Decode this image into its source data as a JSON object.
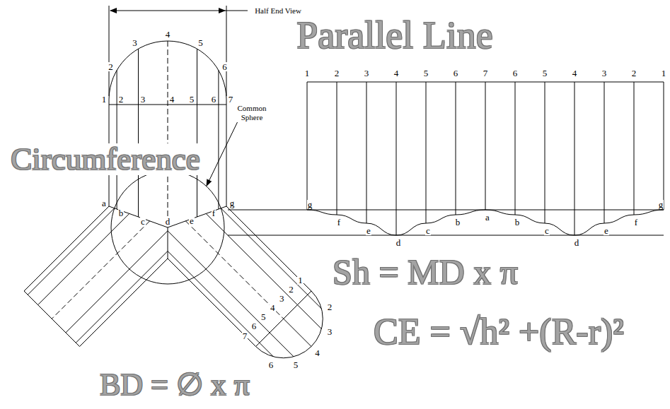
{
  "diagram": {
    "labels": [
      "Half End View",
      "Parallel Line",
      "Circumference",
      "Common Sphere",
      "Sh = MD x π",
      "CE = √h² +(R-r)²",
      "BD = ∅ x π",
      "2",
      "3",
      "4",
      "5",
      "6",
      "1",
      "2",
      "3",
      "4",
      "5",
      "6",
      "7",
      "1",
      "2",
      "3",
      "4",
      "5",
      "6",
      "7",
      "6",
      "5",
      "4",
      "3",
      "2",
      "1",
      "a",
      "b",
      "c",
      "d",
      "e",
      "f",
      "g",
      "g",
      "f",
      "e",
      "d",
      "c",
      "b",
      "a",
      "b",
      "c",
      "d",
      "e",
      "f",
      "g",
      "1",
      "2",
      "3",
      "4",
      "5",
      "6",
      "7",
      "2",
      "3",
      "4",
      "5",
      "6"
    ]
  }
}
